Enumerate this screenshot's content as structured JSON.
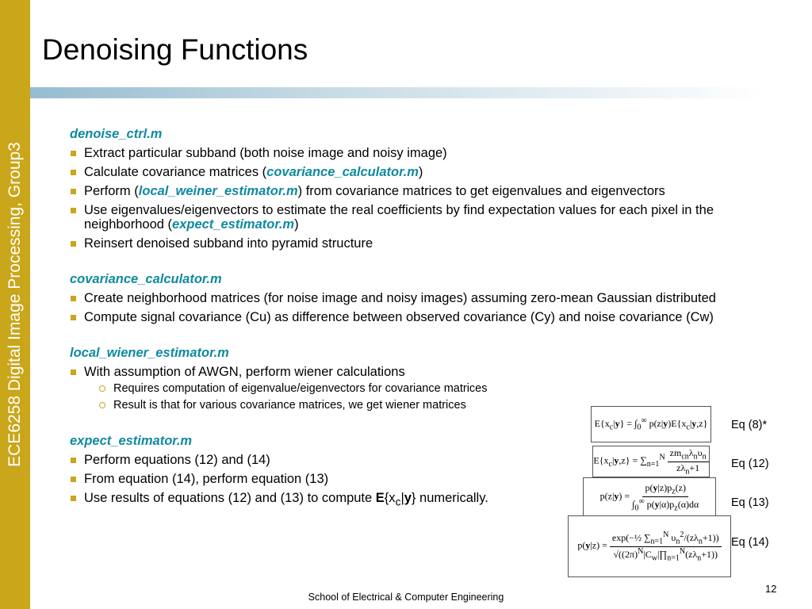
{
  "sidebar": {
    "text": "ECE6258 Digital Image Processing, Group3"
  },
  "title": "Denoising Functions",
  "sections": [
    {
      "heading": "denoise_ctrl.m",
      "b1": "Extract particular subband (both noise image and noisy image)",
      "b2_pre": "Calculate covariance matrices (",
      "b2_code": "covariance_calculator.m",
      "b2_post": ")",
      "b3_pre": "Perform (",
      "b3_code": "local_weiner_estimator.m",
      "b3_post": ") from covariance matrices to get eigenvalues and eigenvectors",
      "b4_pre": "Use eigenvalues/eigenvectors to estimate the real coefficients by find expectation values for each pixel in the neighborhood (",
      "b4_code": "expect_estimator.m",
      "b4_post": ")",
      "b5": "Reinsert denoised subband into pyramid structure"
    },
    {
      "heading": "covariance_calculator.m",
      "b1": "Create neighborhood matrices (for noise image and noisy images) assuming zero-mean Gaussian distributed",
      "b2": "Compute signal covariance (Cu) as difference between observed covariance (Cy) and noise covariance (Cw)"
    },
    {
      "heading": "local_wiener_estimator.m",
      "b1": "With assumption of AWGN, perform wiener calculations",
      "s1": "Requires computation of eigenvalue/eigenvectors for covariance matrices",
      "s2": "Result is that for various covariance matrices, we get wiener matrices"
    },
    {
      "heading": "expect_estimator.m",
      "b1": "Perform equations (12) and (14)",
      "b2": "From equation (14), perform equation (13)",
      "b3_pre": "Use results of equations (12) and (13) to compute ",
      "b3_E": "E",
      "b3_brace_open": "{x",
      "b3_sub": "c",
      "b3_bar": "|",
      "b3_y": "y",
      "b3_post": "} numerically."
    }
  ],
  "equations": [
    {
      "label": "Eq (8)*"
    },
    {
      "label": "Eq (12)"
    },
    {
      "label": "Eq (13)"
    },
    {
      "label": "Eq (14)"
    }
  ],
  "footer": "School of Electrical & Computer Engineering",
  "page_number": "12",
  "colors": {
    "accent": "#c9a61a",
    "code": "#0f8aa0",
    "title_bar": "#97bcd0"
  }
}
